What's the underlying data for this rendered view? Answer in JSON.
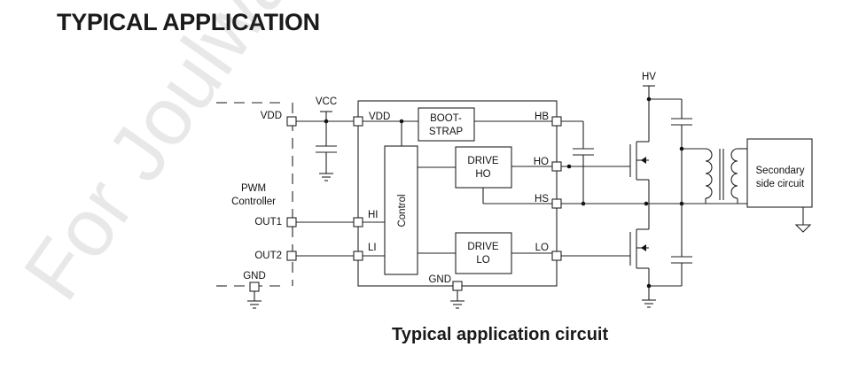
{
  "heading": "TYPICAL APPLICATION",
  "caption": "Typical application circuit",
  "watermark": "For Joulwatt",
  "diagram": {
    "controller": {
      "title_line1": "PWM",
      "title_line2": "Controller",
      "pins": {
        "vdd": "VDD",
        "out1": "OUT1",
        "out2": "OUT2",
        "gnd": "GND"
      }
    },
    "vcc": "VCC",
    "hv": "HV",
    "driver": {
      "pins": {
        "vdd": "VDD",
        "hb": "HB",
        "ho": "HO",
        "hs": "HS",
        "hi": "HI",
        "li": "LI",
        "lo": "LO",
        "gnd": "GND"
      },
      "bootstrap_line1": "BOOT-",
      "bootstrap_line2": "STRAP",
      "drive_ho_line1": "DRIVE",
      "drive_ho_line2": "HO",
      "drive_lo_line1": "DRIVE",
      "drive_lo_line2": "LO",
      "control": "Control"
    },
    "secondary_line1": "Secondary",
    "secondary_line2": "side circuit"
  }
}
